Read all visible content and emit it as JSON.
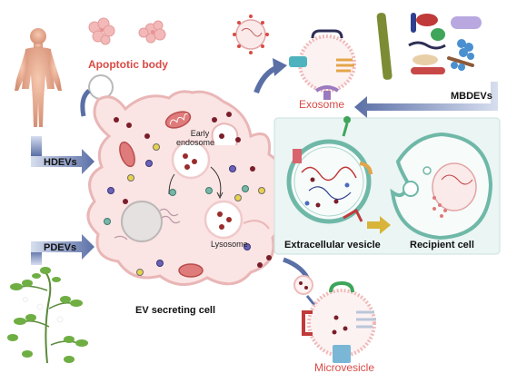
{
  "labels": {
    "apoptotic_body": "Apoptotic body",
    "hdevs": "HDEVs",
    "pdevs": "PDEVs",
    "exosome": "Exosome",
    "mbdevs": "MBDEVs",
    "early_endosome_line1": "Early",
    "early_endosome_line2": "endosome",
    "lysosome": "Lysosome",
    "ev_secreting_cell": "EV secreting cell",
    "extracellular_vesicle": "Extracellular vesicle",
    "recipient_cell": "Recipient cell",
    "microvesicle": "Microvesicle"
  },
  "colors": {
    "cell_fill": "#fbe4e4",
    "cell_outline": "#e9b6b6",
    "accent_red": "#d94a45",
    "arrow_blue": "#5a6fa6",
    "panel_fill": "#eaf5f4",
    "vesicle_teal": "#6fb8a8",
    "transfer_arrow": "#d8b43a"
  }
}
